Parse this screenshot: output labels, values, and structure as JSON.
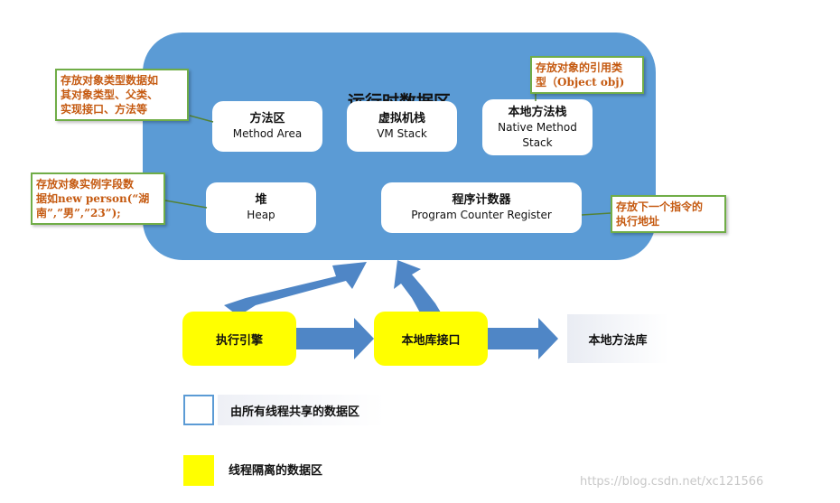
{
  "runtime_data_area": {
    "title": "运行时数据区",
    "method_area": {
      "cn": "方法区",
      "en": "Method Area"
    },
    "vm_stack": {
      "cn": "虚拟机栈",
      "en": "VM Stack"
    },
    "native_method_stack": {
      "cn": "本地方法栈",
      "en1": "Native Method",
      "en2": "Stack"
    },
    "heap": {
      "cn": "堆",
      "en": "Heap"
    },
    "program_counter": {
      "cn": "程序计数器",
      "en": "Program Counter Register"
    }
  },
  "notes": {
    "method_area": [
      "存放对象类型数据如",
      "其对象类型、父类、",
      "实现接口、方法等"
    ],
    "native_stack": [
      "存放对象的引用类",
      "型（Object obj)"
    ],
    "heap": [
      "存放对象实例字段数",
      "据如new person(“湖",
      "南”,”男”,”23”);"
    ],
    "program_counter": [
      "存放下一个指令的",
      "执行地址"
    ]
  },
  "bottom": {
    "execution_engine": "执行引擎",
    "native_interface": "本地库接口",
    "native_library": "本地方法库"
  },
  "legend": {
    "shared": "由所有线程共享的数据区",
    "isolated": "线程隔离的数据区"
  },
  "watermark": "https://blog.csdn.net/xc121566",
  "colors": {
    "runtime_area": "#5b9bd5",
    "arrow": "#4f86c6",
    "thread_isolated": "#ffff00",
    "note_border": "#70ad47",
    "note_text": "#c55a11"
  }
}
